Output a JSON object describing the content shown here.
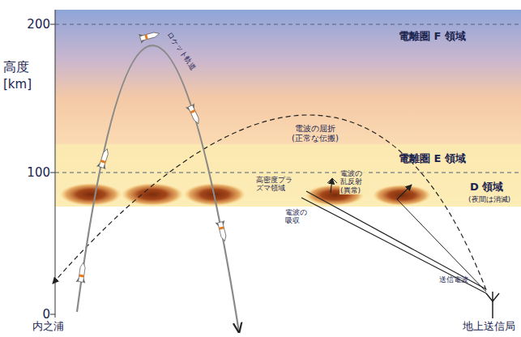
{
  "diagram": {
    "labels": [
      "200",
      "高度",
      "[km]",
      "100",
      "0",
      "電離圏 F 領域",
      "電離圏 E 領域",
      "D 領域",
      "(夜間は消滅)",
      "ロケット軌道",
      "電波の屈折 (正常な伝搬)",
      "高密度プラ ズマ領域",
      "電波の 乱反射 (異常)",
      "電波の 吸収",
      "送信電波",
      "内之浦",
      "地上送信局"
    ]
  }
}
